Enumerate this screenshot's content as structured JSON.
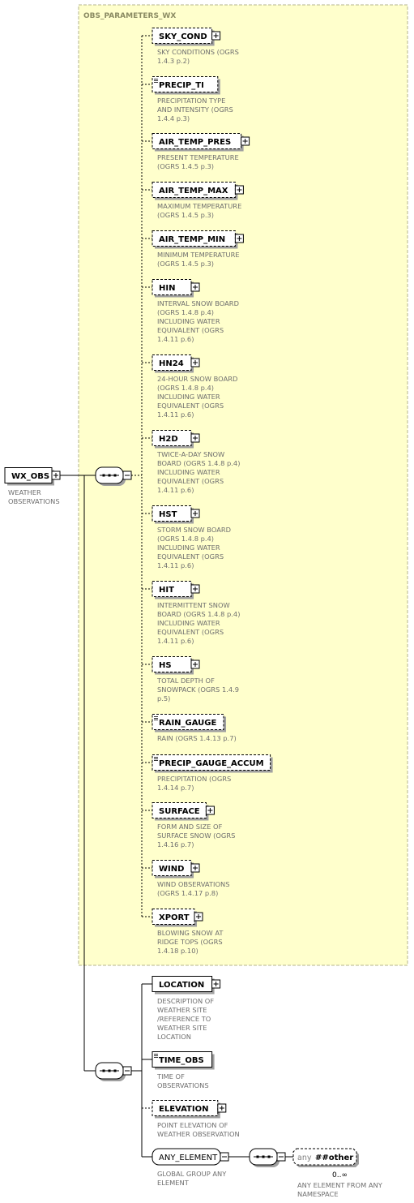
{
  "diagram": {
    "root": {
      "name": "WX_OBS",
      "description": [
        "WEATHER",
        "OBSERVATIONS"
      ]
    },
    "group": {
      "title": "OBS_PARAMETERS_WX",
      "elements": [
        {
          "name": "SKY_COND",
          "optional": true,
          "simple": false,
          "description": [
            "SKY CONDITIONS (OGRS",
            " 1.4.3 p.2)"
          ]
        },
        {
          "name": "PRECIP_TI",
          "optional": true,
          "simple": true,
          "description": [
            "PRECIPITATION TYPE",
            "AND INTENSITY (OGRS",
            "1.4.4 p.3)"
          ]
        },
        {
          "name": "AIR_TEMP_PRES",
          "optional": true,
          "simple": false,
          "description": [
            "PRESENT TEMPERATURE",
            "(OGRS 1.4.5 p.3)"
          ]
        },
        {
          "name": "AIR_TEMP_MAX",
          "optional": true,
          "simple": false,
          "description": [
            "MAXIMUM TEMPERATURE",
            "(OGRS 1.4.5 p.3)"
          ]
        },
        {
          "name": "AIR_TEMP_MIN",
          "optional": true,
          "simple": false,
          "description": [
            "MINIMUM TEMPERATURE",
            "(OGRS 1.4.5 p.3)"
          ]
        },
        {
          "name": "HIN",
          "optional": true,
          "simple": false,
          "description": [
            "INTERVAL SNOW BOARD",
            "(OGRS 1.4.8 p.4)",
            "INCLUDING WATER",
            "EQUIVALENT (OGRS",
            "1.4.11 p.6)"
          ]
        },
        {
          "name": "HN24",
          "optional": true,
          "simple": false,
          "description": [
            "24-HOUR SNOW BOARD",
            "(OGRS 1.4.8 p.4)",
            "INCLUDING WATER",
            "EQUIVALENT (OGRS",
            "1.4.11 p.6)"
          ]
        },
        {
          "name": "H2D",
          "optional": true,
          "simple": false,
          "description": [
            "TWICE-A-DAY SNOW",
            "BOARD (OGRS 1.4.8 p.4)",
            "INCLUDING WATER",
            "EQUIVALENT (OGRS",
            "1.4.11 p.6)"
          ]
        },
        {
          "name": "HST",
          "optional": true,
          "simple": false,
          "description": [
            "STORM SNOW BOARD",
            "(OGRS 1.4.8 p.4)",
            "INCLUDING WATER",
            "EQUIVALENT (OGRS",
            "1.4.11 p.6)"
          ]
        },
        {
          "name": "HIT",
          "optional": true,
          "simple": false,
          "description": [
            "INTERMITTENT SNOW",
            "BOARD (OGRS 1.4.8 p.4)",
            "INCLUDING WATER",
            "EQUIVALENT (OGRS",
            "1.4.11 p.6)"
          ]
        },
        {
          "name": "HS",
          "optional": true,
          "simple": false,
          "description": [
            "TOTAL DEPTH OF",
            "SNOWPACK (OGRS 1.4.9",
            "p.5)"
          ]
        },
        {
          "name": "RAIN_GAUGE",
          "optional": true,
          "simple": true,
          "description": [
            "RAIN (OGRS 1.4.13 p.7)"
          ]
        },
        {
          "name": "PRECIP_GAUGE_ACCUM",
          "optional": true,
          "simple": true,
          "description": [
            "PRECIPITATION (OGRS",
            "1.4.14 p.7)"
          ]
        },
        {
          "name": "SURFACE",
          "optional": true,
          "simple": false,
          "description": [
            "FORM AND SIZE OF",
            "SURFACE SNOW (OGRS",
            "1.4.16 p.7)"
          ]
        },
        {
          "name": "WIND",
          "optional": true,
          "simple": false,
          "description": [
            "WIND OBSERVATIONS",
            "(OGRS 1.4.17 p.8)"
          ]
        },
        {
          "name": "XPORT",
          "optional": true,
          "simple": false,
          "description": [
            "BLOWING SNOW AT",
            "RIDGE TOPS (OGRS",
            "1.4.18 p.10)"
          ]
        }
      ]
    },
    "sequence2": [
      {
        "name": "LOCATION",
        "optional": false,
        "simple": false,
        "description": [
          "DESCRIPTION OF",
          "WEATHER SITE",
          "/REFERENCE TO",
          "WEATHER SITE",
          "LOCATION"
        ]
      },
      {
        "name": "TIME_OBS",
        "optional": false,
        "simple": true,
        "description": [
          "TIME OF",
          "OBSERVATIONS"
        ]
      },
      {
        "name": "ELEVATION",
        "optional": true,
        "simple": false,
        "description": [
          "POINT ELEVATION OF",
          "WEATHER OBSERVATION"
        ]
      }
    ],
    "any_group": {
      "name": "ANY_ELEMENT",
      "description": [
        "GLOBAL GROUP ANY",
        "ELEMENT"
      ]
    },
    "wildcard": {
      "prefix": "any",
      "namespace": "##other",
      "cardinality": "0..∞",
      "description": [
        "ANY ELEMENT FROM ANY",
        "NAMESPACE"
      ]
    },
    "colors": {
      "group_fill": "#ffffcc",
      "group_border": "#b4b48c",
      "box_fill": "#ffffff",
      "shadow": "#a0a0a0",
      "line": "#000000",
      "description": "#6e6e6e"
    }
  }
}
